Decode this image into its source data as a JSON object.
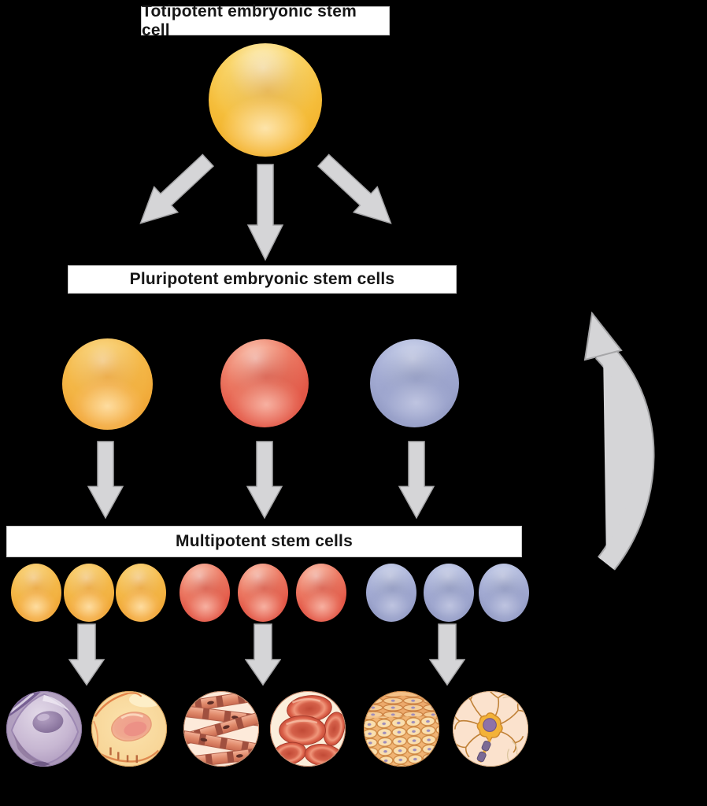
{
  "figure": {
    "title": "Stem cell differentiation diagram",
    "background": "#000000"
  },
  "labels": {
    "totipotent": "Totipotent embryonic stem cell",
    "pluripotent": "Pluripotent embryonic stem cells",
    "multipotent": "Multipotent stem cells"
  },
  "colors": {
    "bg": "#000000",
    "label-box-bg": "#ffffff",
    "label-box-border": "#c9c9c9",
    "label-text": "#161616",
    "arrow-fill": "#d5d5d7",
    "arrow-stroke": "#a7a7a9",
    "cell-yellow": "#f2b335",
    "cell-red": "#e05448",
    "cell-blue": "#9aa3cd"
  },
  "cells": {
    "totipotent_count": 1,
    "pluripotent_colors": [
      "yellow",
      "red",
      "blue"
    ],
    "multipotent_groups": [
      {
        "color": "yellow",
        "count": 3
      },
      {
        "color": "red",
        "count": 3
      },
      {
        "color": "blue",
        "count": 3
      }
    ]
  },
  "tissue_images": [
    {
      "name": "mesenchymal-cell-image"
    },
    {
      "name": "fat-cell-image"
    },
    {
      "name": "striated-muscle-image"
    },
    {
      "name": "red-blood-cells-image"
    },
    {
      "name": "epithelial-tissue-image"
    },
    {
      "name": "neuron-image"
    }
  ]
}
